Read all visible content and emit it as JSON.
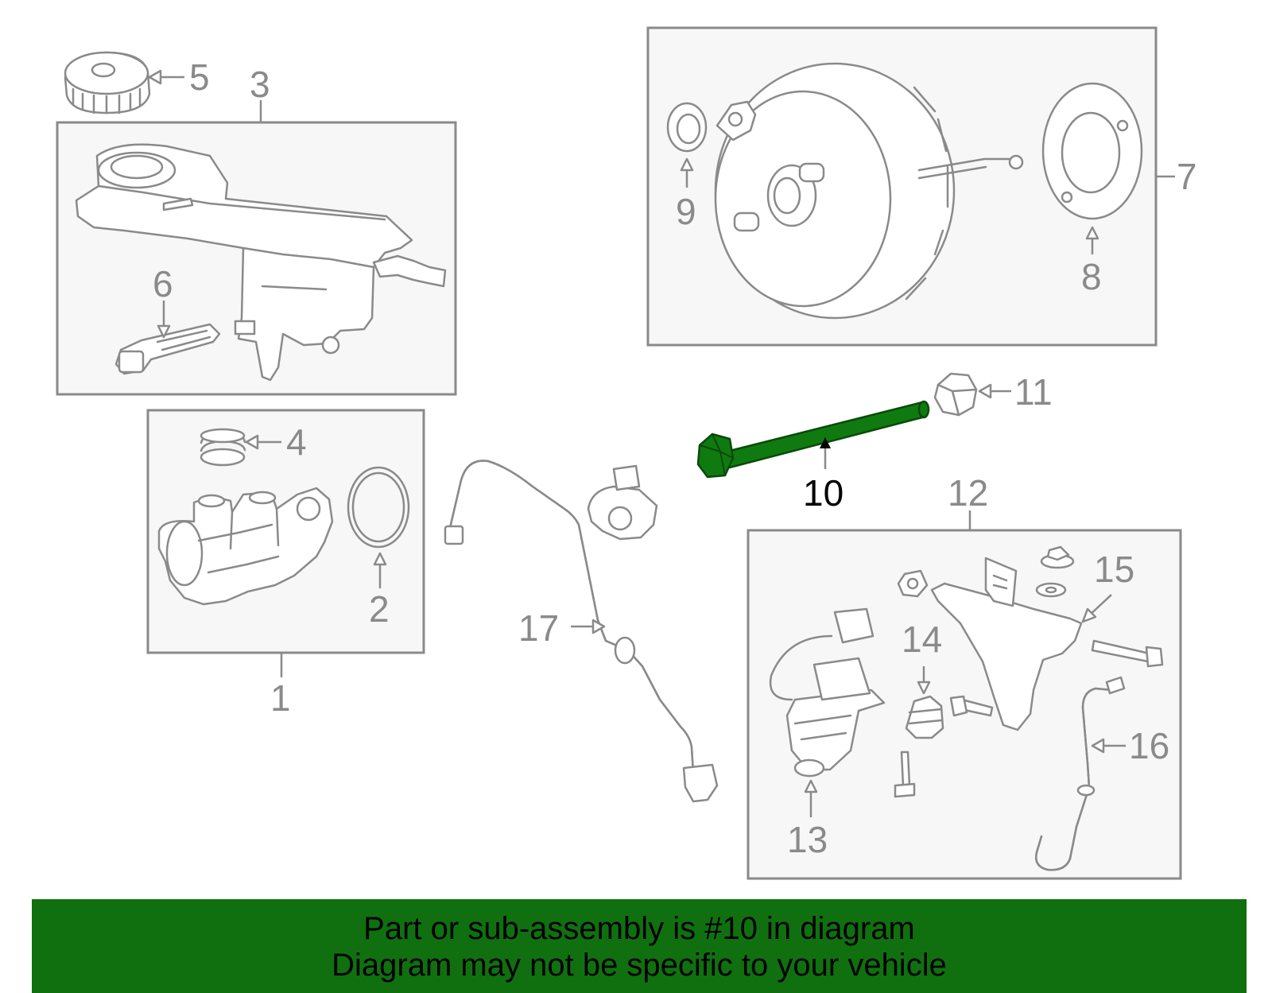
{
  "colors": {
    "line": "#8a8a8a",
    "box_fill": "#f7f7f7",
    "highlight": "#0f7a10",
    "highlight_stroke": "#0a4a0a",
    "banner": "#107010",
    "highlight_text": "#000000"
  },
  "callouts": {
    "c1": "1",
    "c2": "2",
    "c3": "3",
    "c4": "4",
    "c5": "5",
    "c6": "6",
    "c7": "7",
    "c8": "8",
    "c9": "9",
    "c10": "10",
    "c11": "11",
    "c12": "12",
    "c13": "13",
    "c14": "14",
    "c15": "15",
    "c16": "16",
    "c17": "17"
  },
  "highlighted_part": "10",
  "banner": {
    "line1": "Part or sub-assembly is #10 in diagram",
    "line2": "Diagram may not be specific to your vehicle"
  }
}
